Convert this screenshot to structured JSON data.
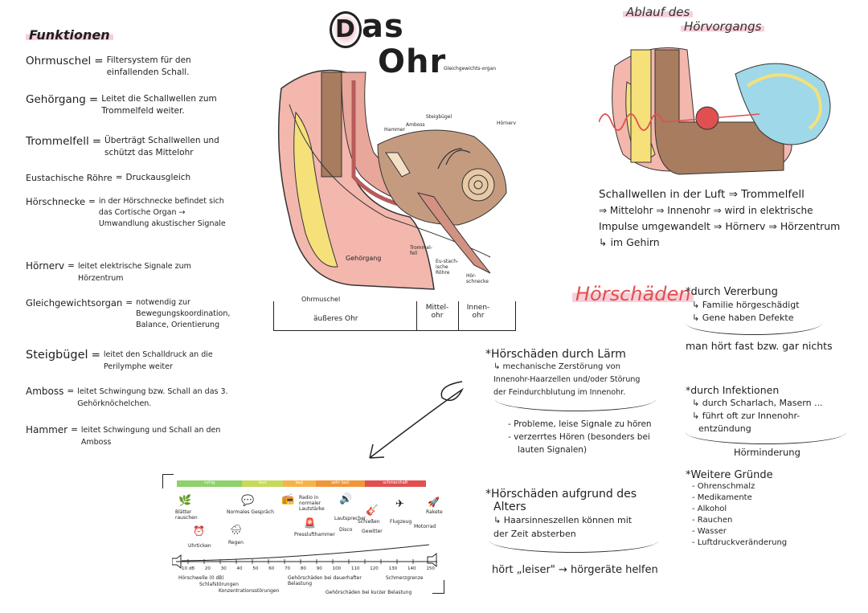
{
  "title": {
    "letter": "D",
    "rest": "as",
    "line2": "Ohr"
  },
  "functions": {
    "heading": "Funktionen",
    "items": [
      {
        "term": "Ohrmuschel",
        "sep": "=",
        "def": "Filtersystem für den einfallenden Schall."
      },
      {
        "term": "Gehörgang",
        "sep": "=",
        "def": "Leitet die Schallwellen zum Trommelfeld weiter."
      },
      {
        "term": "Trommelfell",
        "sep": "=",
        "def": "Überträgt Schallwellen und schützt das Mittelohr"
      },
      {
        "term": "Eustachische Röhre",
        "sep": "=",
        "def": "Druckausgleich"
      },
      {
        "term": "Hörschnecke",
        "sep": "=",
        "def": "in der Hörschnecke befindet sich das Cortische Organ → Umwandlung akustischer Signale"
      },
      {
        "term": "Hörnerv",
        "sep": "=",
        "def": "leitet elektrische Signale zum Hörzentrum"
      },
      {
        "term": "Gleichgewichtsorgan",
        "sep": "=",
        "def": "notwendig zur Bewegungskoordination, Balance, Orientierung"
      },
      {
        "term": "Steigbügel",
        "sep": "=",
        "def": "leitet den Schalldruck an die Perilymphe weiter"
      },
      {
        "term": "Amboss",
        "sep": "=",
        "def": "leitet Schwingung bzw. Schall an das 3. Gehörknöchelchen."
      },
      {
        "term": "Hammer",
        "sep": "=",
        "def": "leitet Schwingung und Schall an den Amboss"
      }
    ]
  },
  "diagram": {
    "labels": {
      "gleichgewicht": "Gleichgewichts-organ",
      "hoernerv": "Hörnerv",
      "hammer": "Hammer",
      "amboss": "Amboss",
      "steigbuegel": "Steigbügel",
      "gehoergang": "Gehörgang",
      "trommelfell": "Trommel-fell",
      "eustach": "Eu-stach-ische Röhre",
      "hoerschnecke": "Hör-schnecke",
      "ohrmuschel": "Ohrmuschel"
    },
    "sections": {
      "outer": "äußeres Ohr",
      "middle": "Mittel-ohr",
      "inner": "Innen-ohr"
    }
  },
  "process": {
    "heading_line1": "Ablauf des",
    "heading_line2": "Hörvorgangs",
    "text": [
      "Schallwellen in der Luft ⇒ Trommelfell",
      "⇒ Mittelohr ⇒ Innenohr ⇒ wird in elektrische",
      "Impulse umgewandelt ⇒ Hörnerv ⇒ Hörzentrum",
      "↳ im Gehirn"
    ]
  },
  "damage": {
    "heading": "Hörschäden",
    "noise": {
      "title": "*Hörschäden durch Lärm",
      "lines": [
        "↳ mechanische Zerstörung von",
        "Innenohr-Haarzellen und/oder Störung",
        "der Feindurchblutung im Innenohr."
      ],
      "problems": [
        "- Probleme, leise Signale zu hören",
        "- verzerrtes Hören (besonders bei",
        "lauten Signalen)"
      ]
    },
    "age": {
      "title_lines": [
        "*Hörschäden aufgrund des",
        "Alters"
      ],
      "lines": [
        "↳ Haarsinneszellen können mit",
        "der Zeit absterben"
      ],
      "conclusion": "hört „leiser\" → hörgeräte helfen"
    },
    "heredity": {
      "title": "*durch Vererbung",
      "lines": [
        "↳ Familie hörgeschädigt",
        "↳ Gene haben Defekte"
      ],
      "conclusion": "man hört fast bzw. gar nichts"
    },
    "infection": {
      "title": "*durch Infektionen",
      "lines": [
        "↳ durch Scharlach, Masern ...",
        "↳ führt oft zur Innenohr-",
        "entzündung"
      ],
      "conclusion": "Hörminderung"
    },
    "other": {
      "title": "*Weitere Gründe",
      "items": [
        "- Ohrenschmalz",
        "- Medikamente",
        "- Alkohol",
        "- Rauchen",
        "- Wasser",
        "- Luftdruckveränderung"
      ]
    }
  },
  "scale": {
    "zones": [
      "ruhig",
      "laut",
      "laut",
      "sehr laut",
      "schmerzhaft"
    ],
    "items": [
      "Blätter rauschen",
      "Normales Gespräch",
      "Radio in normaler Lautstärke",
      "Lautsprecher",
      "Motorrad",
      "Flugzeug",
      "Rakete",
      "Uhrticken",
      "Regen",
      "Presslufthammer",
      "Gewitter",
      "Disco",
      "Schießen"
    ],
    "ticks": [
      "10 dB",
      "20",
      "30",
      "40",
      "50",
      "60",
      "70",
      "80",
      "90",
      "100",
      "110",
      "120",
      "130",
      "140",
      "150"
    ],
    "notes": [
      "Hörschwelle (0 dB)",
      "Schlafstörungen",
      "Konzentrationsstörungen",
      "Gehörschäden bei dauerhafter Belastung",
      "Gehörschäden bei kurzer Belastung",
      "Schmerzgrenze"
    ]
  },
  "colors": {
    "pink": "#f8cfd9",
    "red": "#e05050",
    "skin": "#f3b7ae",
    "yellow": "#f5e07a",
    "brown": "#a87c5e",
    "blue": "#9fd8e8",
    "green": "#8fd16a",
    "orange": "#f5b44a"
  }
}
